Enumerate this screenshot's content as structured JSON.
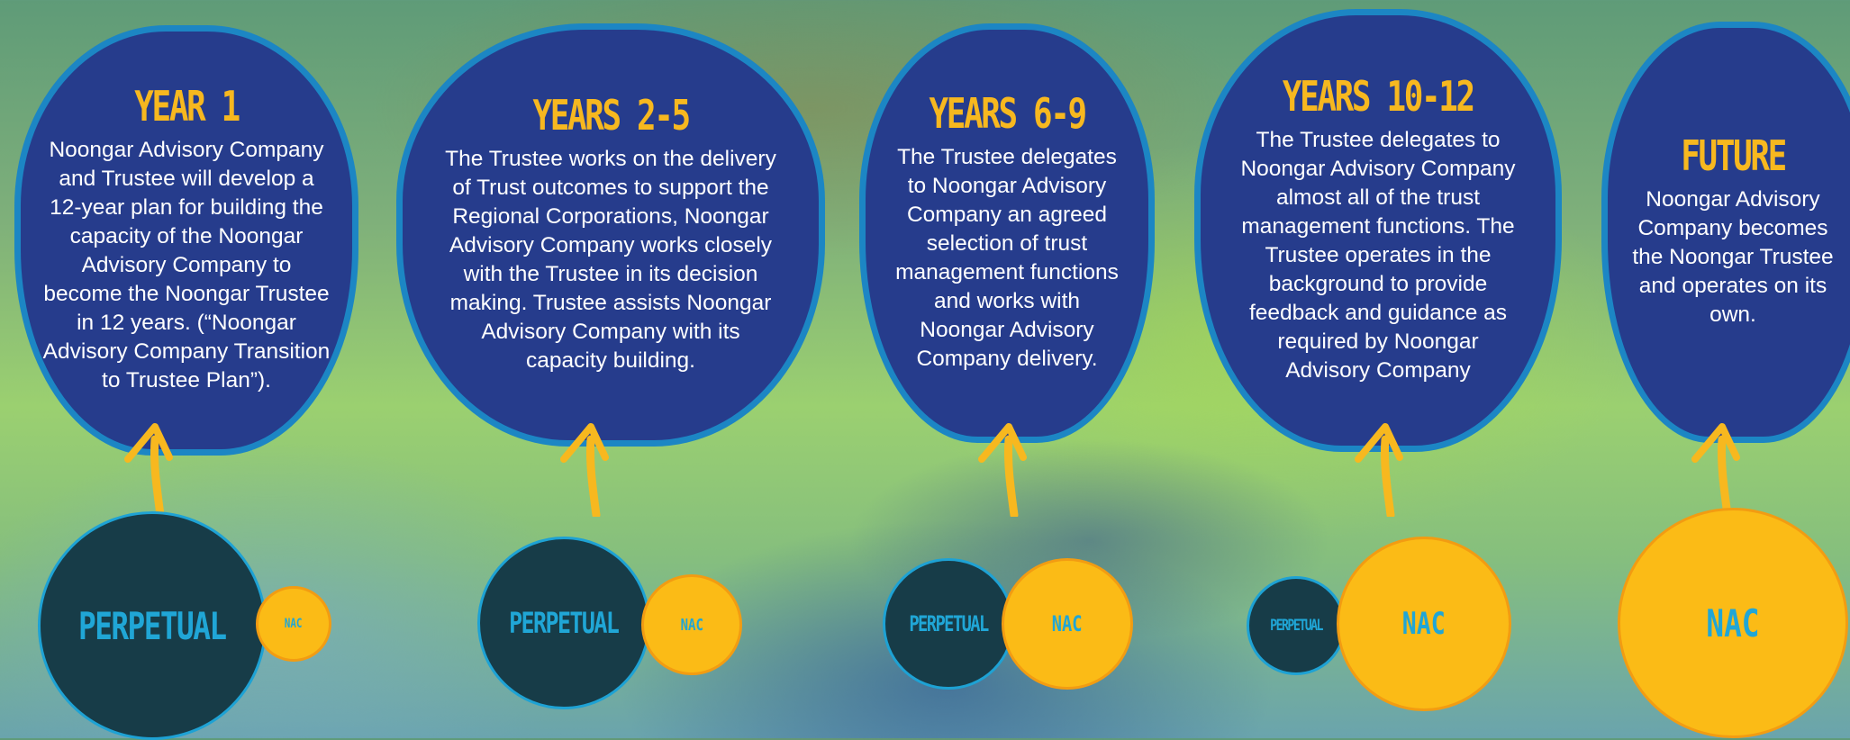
{
  "stages": [
    {
      "heading": "YEAR 1",
      "body": "Noongar Advisory Company and Trustee will develop a 12-year plan for building the capacity of the Noongar Advisory Company to become the Noongar Trustee in 12 years. (“Noongar Advisory Company Transition to Trustee Plan”).",
      "perpetual_label": "PERPETUAL",
      "nac_label": "NAC"
    },
    {
      "heading": "YEARS 2-5",
      "body": "The Trustee works on the delivery of Trust outcomes to support the Regional Corporations, Noongar Advisory Company works closely with the Trustee in its decision making. Trustee assists Noongar Advisory Company with its capacity building.",
      "perpetual_label": "PERPETUAL",
      "nac_label": "NAC"
    },
    {
      "heading": "YEARS 6-9",
      "body": "The Trustee delegates to Noongar Advisory Company an agreed selection of trust management functions and works with Noongar Advisory Company delivery.",
      "perpetual_label": "PERPETUAL",
      "nac_label": "NAC"
    },
    {
      "heading": "YEARS 10-12",
      "body": "The Trustee delegates to Noongar Advisory Company almost all of the trust management functions. The Trustee operates in the background to provide feedback and guidance as required by Noongar Advisory Company",
      "perpetual_label": "PERPETUAL",
      "nac_label": "NAC"
    },
    {
      "heading": "FUTURE",
      "body": "Noongar Advisory Company becomes the Noongar Trustee and operates on its own.",
      "nac_label": "NAC"
    }
  ],
  "colors": {
    "bubble_fill": "#263c8c",
    "bubble_border": "#1c86c4",
    "heading": "#f7b81f",
    "perpetual_fill": "#173c48",
    "nac_fill": "#fbbb16",
    "circle_text": "#20a6d6",
    "arrow": "#f7b81f"
  }
}
